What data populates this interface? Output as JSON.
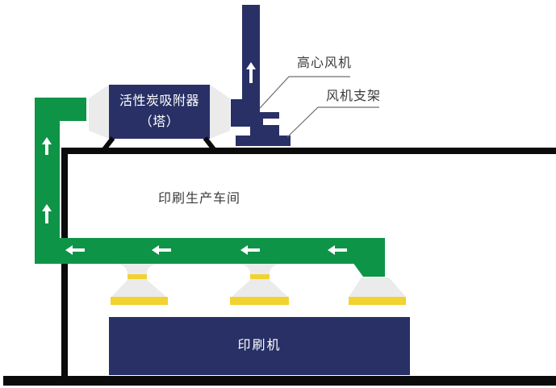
{
  "labels": {
    "adsorber_line1": "活性炭吸附器",
    "adsorber_line2": "（塔）",
    "fan": "高心风机",
    "fan_support": "风机支架",
    "workshop": "印刷生产车间",
    "printer": "印刷机"
  },
  "colors": {
    "duct_green": "#0E9447",
    "equipment_navy": "#283066",
    "hood_gray": "#EBEBEB",
    "hood_yellow": "#F2D230",
    "structure_black": "#0B0B0B",
    "leader_line": "#6E6E6E",
    "label_text": "#3A3A3A",
    "white": "#FFFFFF"
  },
  "diagram": {
    "flow_arrows": {
      "collection_duct_direction": "left",
      "riser_duct_direction": "up",
      "exhaust_stack_direction": "up"
    }
  }
}
